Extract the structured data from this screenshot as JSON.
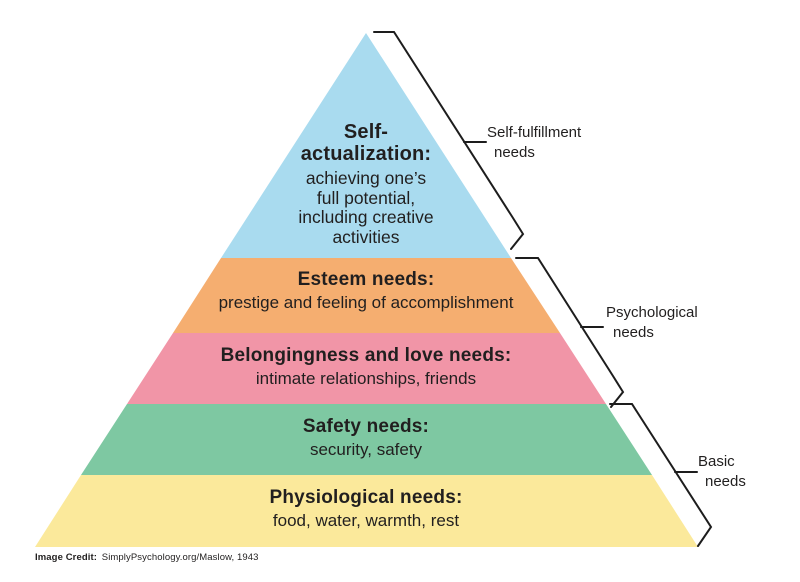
{
  "pyramid": {
    "levels": [
      {
        "name": "self-actualization",
        "color": "#a9dbef",
        "title_line1": "Self-",
        "title_line2": "actualization:",
        "desc_line1": "achieving one’s",
        "desc_line2": "full potential,",
        "desc_line3": "including creative",
        "desc_line4": "activities"
      },
      {
        "name": "esteem",
        "color": "#f5ae70",
        "title": "Esteem needs:",
        "description": "prestige and feeling of accomplishment"
      },
      {
        "name": "belongingness-and-love",
        "color": "#f195a7",
        "title": "Belongingness and love needs:",
        "description": "intimate relationships, friends"
      },
      {
        "name": "safety",
        "color": "#7ec8a2",
        "title": "Safety needs:",
        "description": "security, safety"
      },
      {
        "name": "physiological",
        "color": "#fbe99b",
        "title": "Physiological needs:",
        "description": "food, water, warmth, rest"
      }
    ]
  },
  "group_labels": [
    {
      "name": "self-fulfillment-needs",
      "line1": "Self-fulfillment",
      "line2": "needs"
    },
    {
      "name": "psychological-needs",
      "line1": "Psychological",
      "line2": "needs"
    },
    {
      "name": "basic-needs",
      "line1": "Basic",
      "line2": "needs"
    }
  ],
  "credit": {
    "label": "Image Credit:",
    "source": "SimplyPsychology.org/Maslow, 1943"
  },
  "line_color": "#1d1d1d"
}
